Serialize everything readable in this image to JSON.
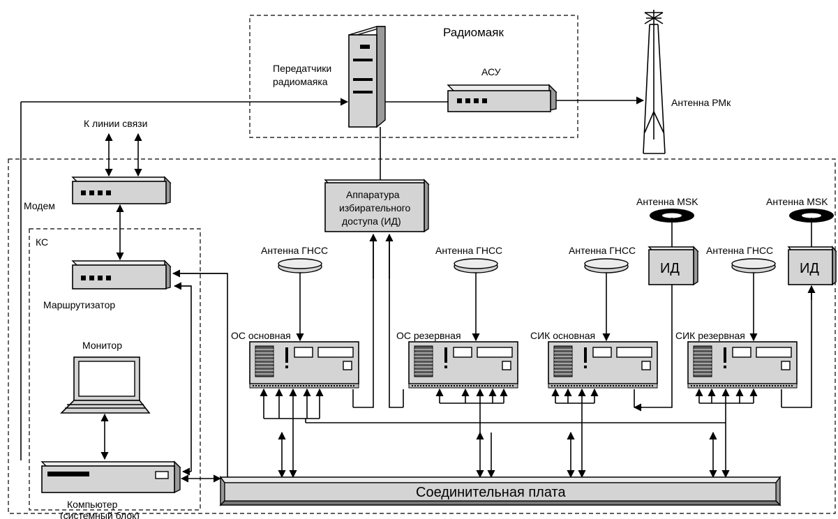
{
  "labels": {
    "radiomayak": "Радиомаяк",
    "transmitters_1": "Передатчики",
    "transmitters_2": "радиомаяка",
    "asu": "АСУ",
    "antenna_rmk": "Антенна РМк",
    "line_link": "К линии связи",
    "modem": "Модем",
    "selective_1": "Аппаратура",
    "selective_2": "избирательного",
    "selective_3": "доступа (ИД)",
    "ks": "КС",
    "router": "Маршрутизатор",
    "monitor": "Монитор",
    "computer_1": "Компьютер",
    "computer_2": "(системный блок)",
    "backplane": "Соединительная плата",
    "gnss": "Антенна ГНСС",
    "msk": "Антенна MSK",
    "id": "ИД",
    "os_main": "ОС основная",
    "os_reserve": "ОС резервная",
    "sik_main": "СИК основная",
    "sik_reserve": "СИК резервная"
  }
}
